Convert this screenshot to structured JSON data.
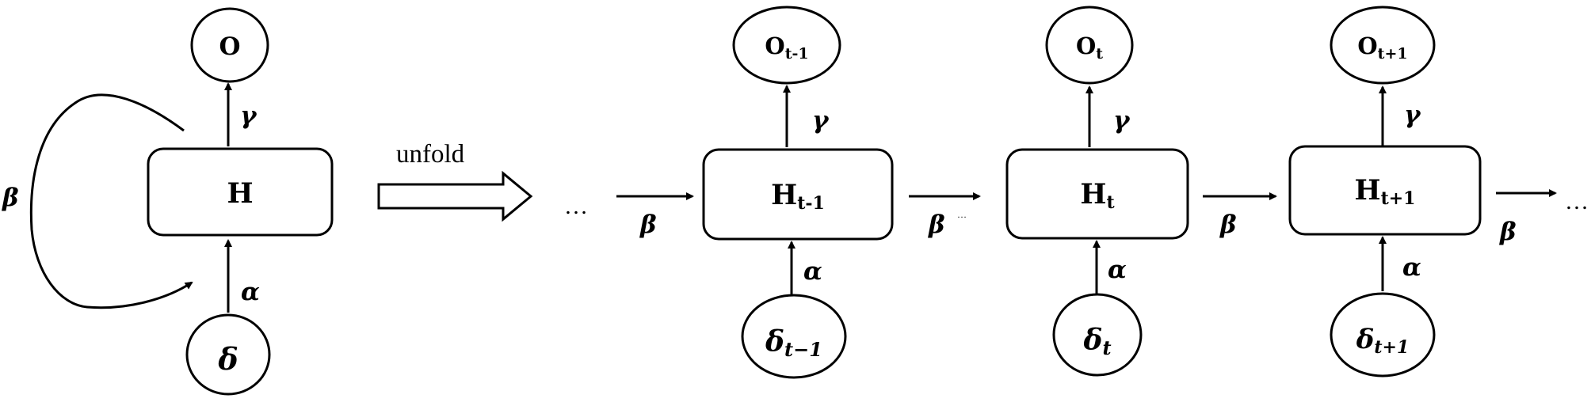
{
  "folded": {
    "hidden": "H",
    "output": "O",
    "input": "δ",
    "edge_in": "α",
    "edge_out": "γ",
    "edge_loop": "β"
  },
  "unfold_label": "unfold",
  "ellipsis": "…",
  "small_ellipsis": "…",
  "steps": [
    {
      "hidden": "H",
      "hidden_sub": "t-1",
      "output": "O",
      "output_sub": "t-1",
      "input": "δ",
      "input_sub": "t−1",
      "edge_in": "α",
      "edge_out": "γ",
      "edge_into": "β"
    },
    {
      "hidden": "H",
      "hidden_sub": "t",
      "output": "O",
      "output_sub": "t",
      "input": "δ",
      "input_sub": "t",
      "edge_in": "α",
      "edge_out": "γ",
      "edge_into": "β"
    },
    {
      "hidden": "H",
      "hidden_sub": "t+1",
      "output": "O",
      "output_sub": "t+1",
      "input": "δ",
      "input_sub": "t+1",
      "edge_in": "α",
      "edge_out": "γ",
      "edge_into": "β"
    }
  ],
  "trailing_edge": "β"
}
